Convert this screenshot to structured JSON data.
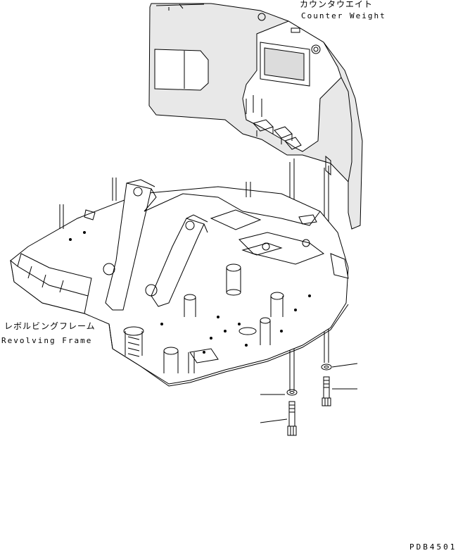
{
  "labels": {
    "counter_weight_jp": "カウンタウエイト",
    "counter_weight_en": "Counter Weight",
    "revolving_frame_jp": "レボルビングフレーム",
    "revolving_frame_en": "Revolving Frame"
  },
  "drawing_code": "PDB4501",
  "colors": {
    "line": "#000000",
    "shade": "#e6e6e6",
    "background": "#ffffff"
  }
}
